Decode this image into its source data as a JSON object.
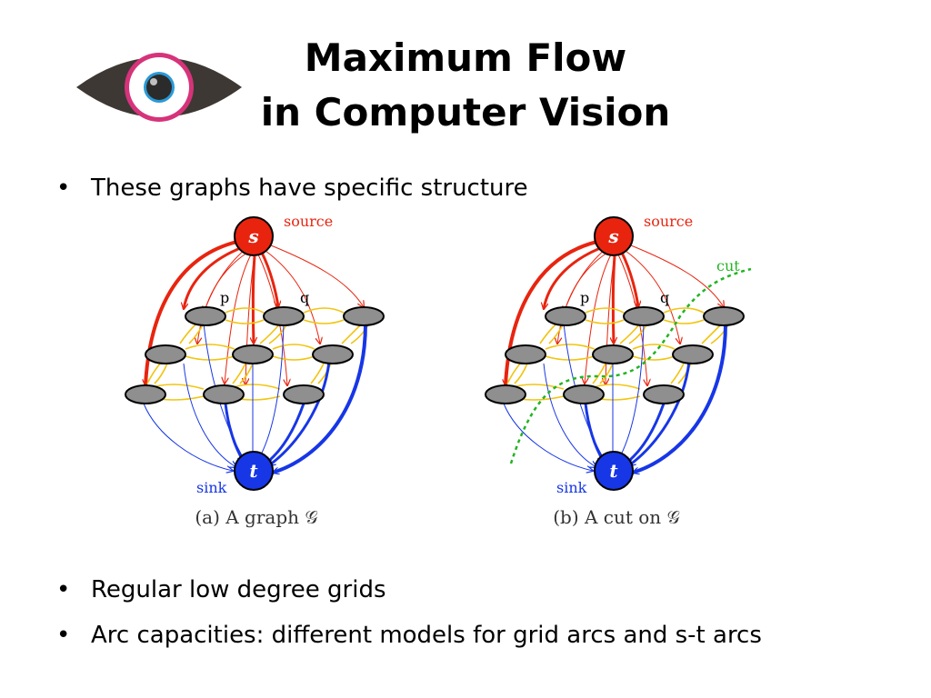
{
  "slide": {
    "title_line1": "Maximum Flow",
    "title_line2": "in Computer Vision"
  },
  "logo": {
    "icon": "eye-logo"
  },
  "bullets": [
    {
      "symbol": "•",
      "text": "These graphs have specific structure"
    },
    {
      "symbol": "•",
      "text": "Regular low degree grids"
    },
    {
      "symbol": "•",
      "text": "Arc capacities: different models for grid arcs and s-t arcs"
    }
  ],
  "figures": [
    {
      "source_node": "s",
      "sink_node": "t",
      "source_label": "source",
      "sink_label": "sink",
      "node_p_label": "p",
      "node_q_label": "q",
      "caption": "(a) A graph 𝒢"
    },
    {
      "source_node": "s",
      "sink_node": "t",
      "source_label": "source",
      "sink_label": "sink",
      "node_p_label": "p",
      "node_q_label": "q",
      "cut_label": "cut",
      "caption": "(b) A cut on 𝒢"
    }
  ],
  "colors": {
    "source": "#e8240f",
    "sink": "#1736e6",
    "grid_arc": "#f1c40f",
    "cut": "#22b422",
    "node_fill": "#8f8f8f"
  }
}
